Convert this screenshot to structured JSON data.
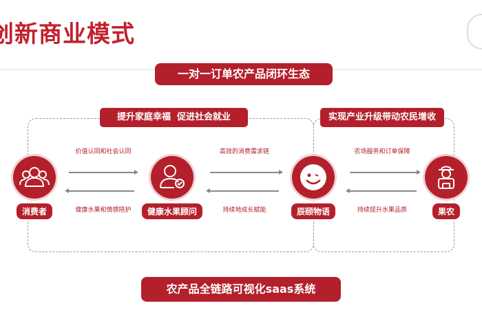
{
  "title": "创新商业模式",
  "top_banner": "一对一订单农产品闭环生态",
  "left_group_label": "提升家庭幸福  促进社会就业",
  "right_group_label": "实现产业升级带动农民增收",
  "nodes": [
    {
      "label": "消费者",
      "icon": "people-group-icon"
    },
    {
      "label": "健康水果顾问",
      "icon": "advisor-badge-icon"
    },
    {
      "label": "辰颐物语",
      "icon": "smiley-logo-icon"
    },
    {
      "label": "果农",
      "icon": "farmer-icon"
    }
  ],
  "flows": [
    {
      "top": "价值认同和社会认同",
      "bottom": "健康水果和情感陪护"
    },
    {
      "top": "高效的消费需求链",
      "bottom": "持续地成长赋能"
    },
    {
      "top": "农场服务和订单保障",
      "bottom": "持续提升水果品质"
    }
  ],
  "bottom_banner": "农产品全链路可视化saas系统",
  "colors": {
    "accent": "#b3202b"
  }
}
